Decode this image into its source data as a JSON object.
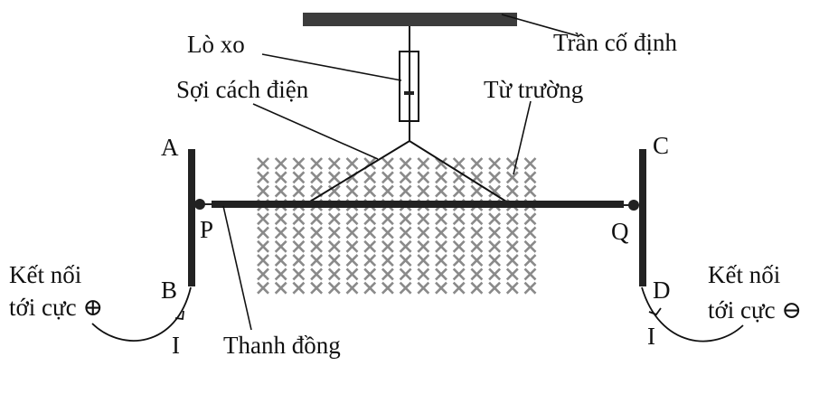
{
  "labels": {
    "ceiling": "Trần cố định",
    "spring": "Lò xo",
    "insulator": "Sợi cách điện",
    "field": "Từ trường",
    "rod": "Thanh đồng",
    "A": "A",
    "B": "B",
    "C": "C",
    "D": "D",
    "P": "P",
    "Q": "Q",
    "current_left": "I",
    "current_right": "I",
    "left_conn_line1": "Kết nối",
    "left_conn_line2": "tới cực ⊕",
    "right_conn_line1": "Kết nối",
    "right_conn_line2": "tới cực ⊖"
  },
  "field": {
    "symbol": "×",
    "columns": 16,
    "rows": 10,
    "color": "#8a8a8a"
  },
  "colors": {
    "ceiling": "#3c3c3c",
    "rail": "#222222",
    "line": "#111111"
  }
}
